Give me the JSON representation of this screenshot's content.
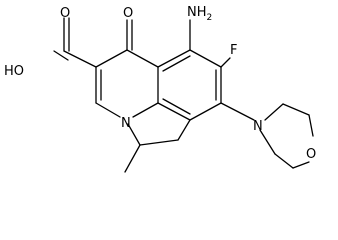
{
  "molecule": {
    "atom_labels": {
      "amine": "NH",
      "amine_sub": "2",
      "fluorine": "F",
      "ketone_oxygen": "O",
      "hydroxyl": "HO",
      "ring_nitrogen": "N",
      "morpholine_nitrogen": "N",
      "morpholine_oxygen": "O"
    }
  }
}
